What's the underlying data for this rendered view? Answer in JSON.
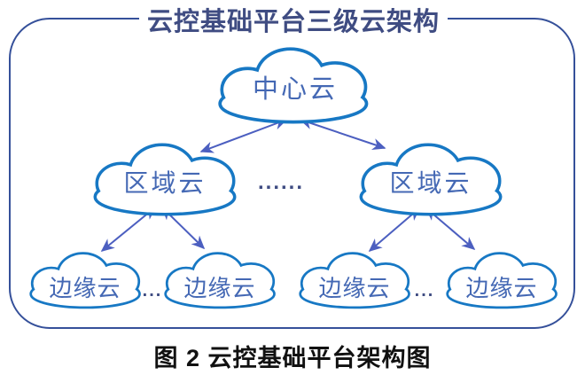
{
  "figure": {
    "title": "云控基础平台三级云架构",
    "caption": "图 2 云控基础平台架构图"
  },
  "diagram": {
    "center_cloud": {
      "label": "中心云"
    },
    "regional_clouds": [
      {
        "label": "区域云"
      },
      {
        "label": "区域云"
      }
    ],
    "edge_clouds": [
      {
        "label": "边缘云"
      },
      {
        "label": "边缘云"
      },
      {
        "label": "边缘云"
      },
      {
        "label": "边缘云"
      }
    ],
    "ellipsis": {
      "between_regional": "......",
      "left_edge_pair": "...",
      "right_edge_pair": "..."
    },
    "colors": {
      "cloud_stroke": "#1778C4",
      "cloud_label": "#4468B4",
      "arrow": "#4C5FC0",
      "border": "#35509A",
      "title": "#3F4C82",
      "caption": "#111111"
    }
  }
}
